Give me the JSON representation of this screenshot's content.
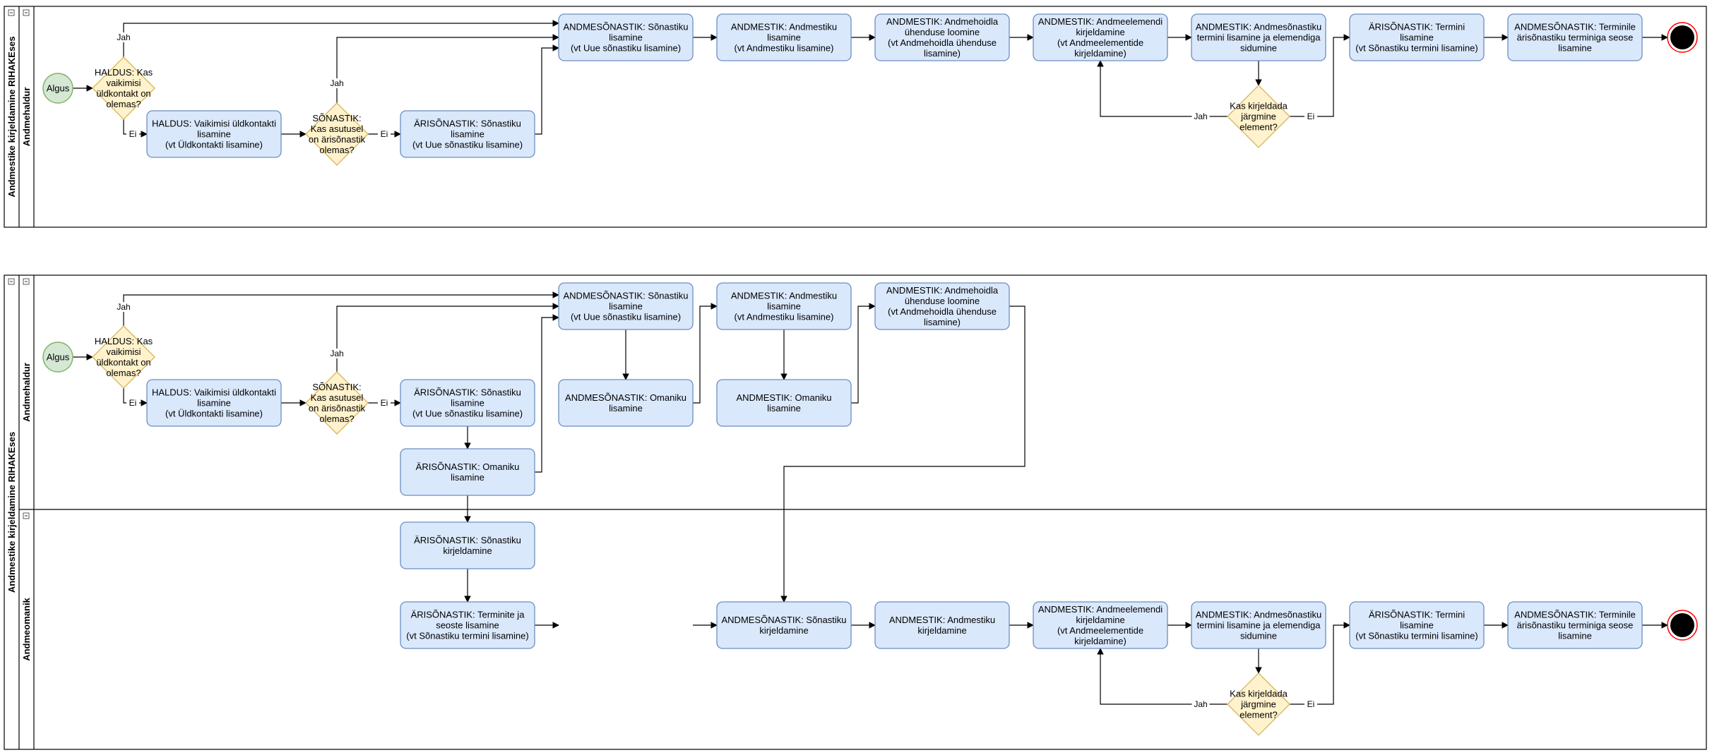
{
  "diagram1": {
    "pool_title": "Andmestike kirjeldamine RIHAKEses",
    "lanes": [
      "Andmehaldur"
    ],
    "start": "Algus",
    "gw_contact": [
      "HALDUS: Kas",
      "vaikimisi",
      "üldkontakt on",
      "olemas?"
    ],
    "gw_dict": [
      "SÕNASTIK:",
      "Kas asutusel",
      "on ärisõnastik",
      "olemas?"
    ],
    "gw_next": [
      "Kas kirjeldada",
      "järgmine",
      "element?"
    ],
    "task_contact": [
      "HALDUS: Vaikimisi üldkontakti",
      "lisamine",
      "(vt Üldkontakti lisamine)"
    ],
    "task_bizdict": [
      "ÄRISÕNASTIK: Sõnastiku",
      "lisamine",
      "(vt Uue sõnastiku lisamine)"
    ],
    "task_datadict": [
      "ANDMESÕNASTIK: Sõnastiku",
      "lisamine",
      "(vt Uue sõnastiku lisamine)"
    ],
    "task_dataset": [
      "ANDMESTIK: Andmestiku",
      "lisamine",
      "(vt Andmestiku lisamine)"
    ],
    "task_holder": [
      "ANDMESTIK: Andmehoidla",
      "ühenduse loomine",
      "(vt Andmehoidla ühenduse",
      "lisamine)"
    ],
    "task_element": [
      "ANDMESTIK: Andmeelemendi",
      "kirjeldamine",
      "(vt Andmeelementide",
      "kirjeldamine)"
    ],
    "task_term": [
      "ANDMESTIK: Andmesõnastiku",
      "termini lisamine ja elemendiga",
      "sidumine"
    ],
    "task_bizterm": [
      "ÄRISÕNASTIK: Termini",
      "lisamine",
      "(vt Sõnastiku termini lisamine)"
    ],
    "task_link": [
      "ANDMESÕNASTIK: Terminile",
      "ärisõnastiku terminiga seose",
      "lisamine"
    ],
    "yes": "Jah",
    "no": "Ei"
  },
  "diagram2": {
    "pool_title": "Andmestike kirjeldamine RIHAKEses",
    "lanes": [
      "Andmehaldur",
      "Andmeomanik"
    ],
    "start": "Algus",
    "gw_contact": [
      "HALDUS: Kas",
      "vaikimisi",
      "üldkontakt on",
      "olemas?"
    ],
    "gw_dict": [
      "SÕNASTIK:",
      "Kas asutusel",
      "on ärisõnastik",
      "olemas?"
    ],
    "gw_next": [
      "Kas kirjeldada",
      "järgmine",
      "element?"
    ],
    "task_contact": [
      "HALDUS: Vaikimisi üldkontakti",
      "lisamine",
      "(vt Üldkontakti lisamine)"
    ],
    "task_bizdict": [
      "ÄRISÕNASTIK: Sõnastiku",
      "lisamine",
      "(vt Uue sõnastiku lisamine)"
    ],
    "task_bizowner": [
      "ÄRISÕNASTIK: Omaniku",
      "lisamine"
    ],
    "task_datadict": [
      "ANDMESÕNASTIK: Sõnastiku",
      "lisamine",
      "(vt Uue sõnastiku lisamine)"
    ],
    "task_ddowner": [
      "ANDMESÕNASTIK: Omaniku",
      "lisamine"
    ],
    "task_dataset": [
      "ANDMESTIK: Andmestiku",
      "lisamine",
      "(vt Andmestiku lisamine)"
    ],
    "task_dsowner": [
      "ANDMESTIK: Omaniku",
      "lisamine"
    ],
    "task_holder": [
      "ANDMESTIK: Andmehoidla",
      "ühenduse loomine",
      "(vt Andmehoidla ühenduse",
      "lisamine)"
    ],
    "task_bizdesc": [
      "ÄRISÕNASTIK: Sõnastiku",
      "kirjeldamine"
    ],
    "task_bizterms": [
      "ÄRISÕNASTIK: Terminite ja",
      "seoste lisamine",
      "(vt Sõnastiku termini lisamine)"
    ],
    "task_dddesc": [
      "ANDMESÕNASTIK: Sõnastiku",
      "kirjeldamine"
    ],
    "task_dsdesc": [
      "ANDMESTIK: Andmestiku",
      "kirjeldamine"
    ],
    "task_element": [
      "ANDMESTIK: Andmeelemendi",
      "kirjeldamine",
      "(vt Andmeelementide",
      "kirjeldamine)"
    ],
    "task_term": [
      "ANDMESTIK: Andmesõnastiku",
      "termini lisamine ja elemendiga",
      "sidumine"
    ],
    "task_bizterm": [
      "ÄRISÕNASTIK: Termini",
      "lisamine",
      "(vt Sõnastiku termini lisamine)"
    ],
    "task_link": [
      "ANDMESÕNASTIK: Terminile",
      "ärisõnastiku terminiga seose",
      "lisamine"
    ],
    "yes": "Jah",
    "no": "Ei"
  },
  "colors": {
    "task_fill": "#dae8fc",
    "task_stroke": "#6c8ebf",
    "gateway_fill": "#fff2cc",
    "gateway_stroke": "#d6b656",
    "start_fill": "#d5e8d4",
    "start_stroke": "#82b366",
    "end_ring": "#ff0000",
    "end_fill": "#000000"
  }
}
